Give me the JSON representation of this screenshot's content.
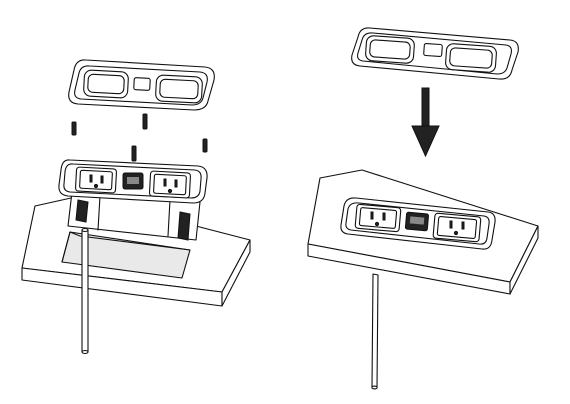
{
  "figure": {
    "steps": [
      {
        "id": "step-1",
        "description_shown": "exploded-assembly"
      },
      {
        "id": "step-2",
        "description_shown": "installed-assembly"
      }
    ],
    "icons": [
      "cover-plate",
      "mounting-screw",
      "outlet-module",
      "duplex-receptacle",
      "data-port",
      "desk-surface",
      "power-cord",
      "down-arrow"
    ],
    "colors": {
      "line": "#111111",
      "fill": "#ffffff",
      "shade": "#e9e9e9",
      "dark": "#222222"
    }
  }
}
